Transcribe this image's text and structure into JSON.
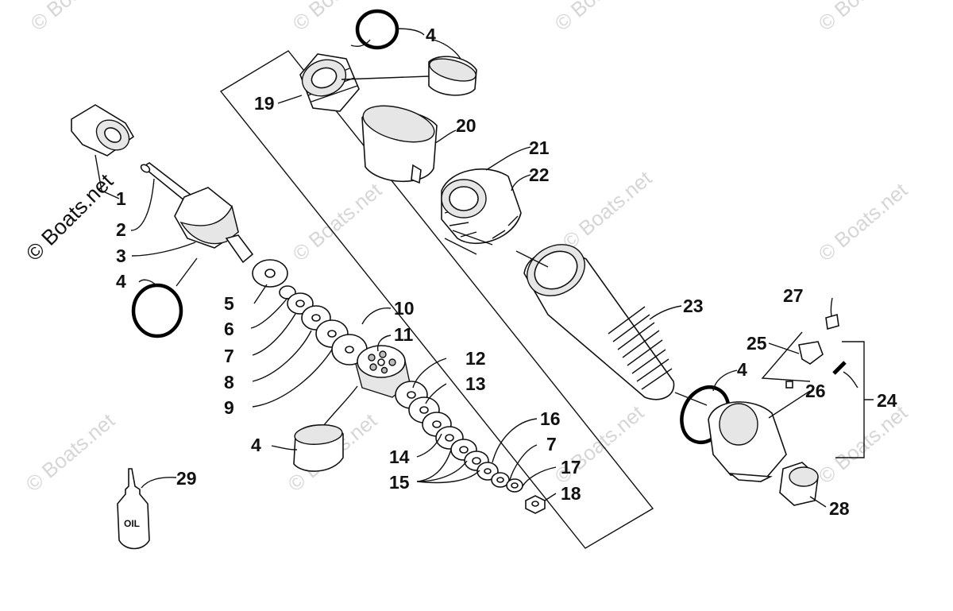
{
  "watermark": {
    "copyright_text": "© Boats.net",
    "short_text": "Boats.net"
  },
  "bottle_label": "OIL",
  "callouts": [
    {
      "id": "c1",
      "text": "1"
    },
    {
      "id": "c2",
      "text": "2"
    },
    {
      "id": "c3",
      "text": "3"
    },
    {
      "id": "c4a",
      "text": "4"
    },
    {
      "id": "c4b",
      "text": "4"
    },
    {
      "id": "c4c",
      "text": "4"
    },
    {
      "id": "c4d",
      "text": "4"
    },
    {
      "id": "c5",
      "text": "5"
    },
    {
      "id": "c6",
      "text": "6"
    },
    {
      "id": "c7a",
      "text": "7"
    },
    {
      "id": "c7b",
      "text": "7"
    },
    {
      "id": "c8",
      "text": "8"
    },
    {
      "id": "c9",
      "text": "9"
    },
    {
      "id": "c10",
      "text": "10"
    },
    {
      "id": "c11",
      "text": "11"
    },
    {
      "id": "c12",
      "text": "12"
    },
    {
      "id": "c13",
      "text": "13"
    },
    {
      "id": "c14",
      "text": "14"
    },
    {
      "id": "c15",
      "text": "15"
    },
    {
      "id": "c16",
      "text": "16"
    },
    {
      "id": "c17",
      "text": "17"
    },
    {
      "id": "c18",
      "text": "18"
    },
    {
      "id": "c19",
      "text": "19"
    },
    {
      "id": "c20",
      "text": "20"
    },
    {
      "id": "c21",
      "text": "21"
    },
    {
      "id": "c22",
      "text": "22"
    },
    {
      "id": "c23",
      "text": "23"
    },
    {
      "id": "c24",
      "text": "24"
    },
    {
      "id": "c25",
      "text": "25"
    },
    {
      "id": "c26",
      "text": "26"
    },
    {
      "id": "c27",
      "text": "27"
    },
    {
      "id": "c28",
      "text": "28"
    },
    {
      "id": "c29",
      "text": "29"
    }
  ]
}
